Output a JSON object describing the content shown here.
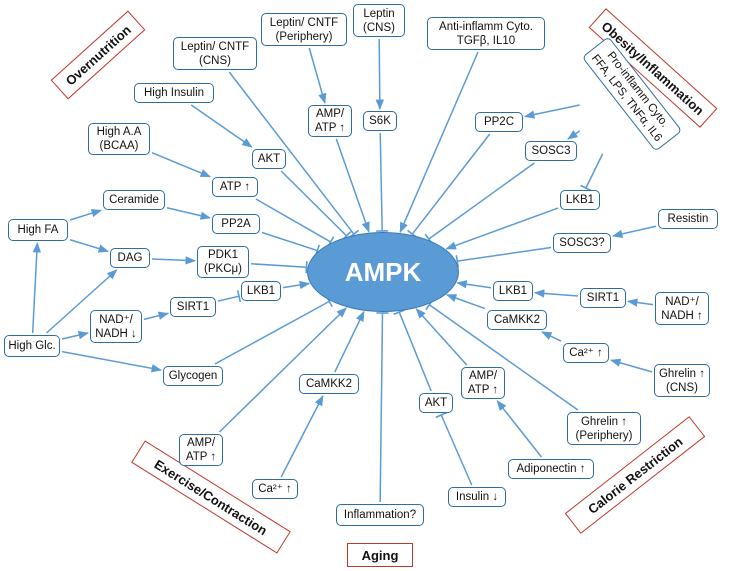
{
  "hub": "AMPK",
  "categories": {
    "overnutrition": "Overnutrition",
    "obesity": "Obesity/Inflammation",
    "exercise": "Exercise/Contraction",
    "aging": "Aging",
    "calorie": "Calorie Restriction"
  },
  "nodes": {
    "leptin_cntf_cns": [
      "Leptin/ CNTF",
      "(CNS)"
    ],
    "leptin_cntf_periphery": [
      "Leptin/ CNTF",
      "(Periphery)"
    ],
    "leptin_cns": [
      "Leptin",
      "(CNS)"
    ],
    "anti_inflamm": [
      "Anti-inflamm Cyto.",
      "TGFβ, IL10"
    ],
    "pro_inflamm": [
      "Pro-inflamm Cyto.",
      "FFA, LPS, TNFα, IL6"
    ],
    "high_insulin": [
      "High Insulin"
    ],
    "high_aa": [
      "High A.A",
      "(BCAA)"
    ],
    "amp_atp_top": [
      "AMP/",
      "ATP ↑"
    ],
    "s6k": [
      "S6K"
    ],
    "pp2c": [
      "PP2C"
    ],
    "sosc3_top": [
      "SOSC3"
    ],
    "akt_top": [
      "AKT"
    ],
    "atp_up": [
      "ATP ↑"
    ],
    "ceramide": [
      "Ceramide"
    ],
    "pp2a": [
      "PP2A"
    ],
    "high_fa": [
      "High FA"
    ],
    "dag": [
      "DAG"
    ],
    "pdk1": [
      "PDK1",
      "(PKCμ)"
    ],
    "lkb1_right_top": [
      "LKB1"
    ],
    "resistin": [
      "Resistin"
    ],
    "sosc3_q": [
      "SOSC3?"
    ],
    "nad_left": [
      "NAD⁺/",
      "NADH ↓"
    ],
    "sirt1_left": [
      "SIRT1"
    ],
    "lkb1_left": [
      "LKB1"
    ],
    "high_glc": [
      "High Glc."
    ],
    "glycogen": [
      "Glycogen"
    ],
    "lkb1_right": [
      "LKB1"
    ],
    "sirt1_right": [
      "SIRT1"
    ],
    "nad_right": [
      "NAD⁺/",
      "NADH ↑"
    ],
    "camkk2_right": [
      "CaMKK2"
    ],
    "ca_right": [
      "Ca²⁺ ↑"
    ],
    "ghrelin_cns": [
      "Ghrelin ↑",
      "(CNS)"
    ],
    "camkk2_bottom": [
      "CaMKK2"
    ],
    "amp_atp_bottom_right": [
      "AMP/",
      "ATP ↑"
    ],
    "akt_bottom": [
      "AKT"
    ],
    "ghrelin_periphery": [
      "Ghrelin ↑",
      "(Periphery)"
    ],
    "amp_atp_bottom_left": [
      "AMP/",
      "ATP ↑"
    ],
    "adiponectin": [
      "Adiponectin ↑"
    ],
    "ca_bottom": [
      "Ca²⁺ ↑"
    ],
    "insulin_down": [
      "Insulin ↓"
    ],
    "inflammation_q": [
      "Inflammation?"
    ]
  },
  "links": [
    {
      "from": "leptin_cntf_cns",
      "to": "hub",
      "type": "inhibit"
    },
    {
      "from": "leptin_cntf_periphery",
      "to": "amp_atp_top",
      "type": "activate"
    },
    {
      "from": "amp_atp_top",
      "to": "hub",
      "type": "activate"
    },
    {
      "from": "leptin_cns",
      "to": "s6k",
      "type": "activate"
    },
    {
      "from": "s6k",
      "to": "hub",
      "type": "inhibit"
    },
    {
      "from": "anti_inflamm",
      "to": "hub",
      "type": "activate"
    },
    {
      "from": "pro_inflamm",
      "to": "pp2c",
      "type": "activate"
    },
    {
      "from": "pro_inflamm",
      "to": "sosc3_top",
      "type": "activate"
    },
    {
      "from": "pro_inflamm",
      "to": "lkb1_right_top",
      "type": "inhibit"
    },
    {
      "from": "pp2c",
      "to": "hub",
      "type": "inhibit"
    },
    {
      "from": "sosc3_top",
      "to": "hub",
      "type": "inhibit"
    },
    {
      "from": "lkb1_right_top",
      "to": "hub",
      "type": "activate"
    },
    {
      "from": "high_insulin",
      "to": "akt_top",
      "type": "activate"
    },
    {
      "from": "akt_top",
      "to": "hub",
      "type": "inhibit"
    },
    {
      "from": "high_aa",
      "to": "atp_up",
      "type": "activate"
    },
    {
      "from": "atp_up",
      "to": "hub",
      "type": "inhibit"
    },
    {
      "from": "high_fa",
      "to": "ceramide",
      "type": "activate"
    },
    {
      "from": "high_fa",
      "to": "dag",
      "type": "activate"
    },
    {
      "from": "ceramide",
      "to": "pp2a",
      "type": "activate"
    },
    {
      "from": "pp2a",
      "to": "hub",
      "type": "inhibit"
    },
    {
      "from": "dag",
      "to": "pdk1",
      "type": "activate"
    },
    {
      "from": "pdk1",
      "to": "hub",
      "type": "inhibit"
    },
    {
      "from": "resistin",
      "to": "sosc3_q",
      "type": "activate"
    },
    {
      "from": "sosc3_q",
      "to": "hub",
      "type": "inhibit"
    },
    {
      "from": "high_glc",
      "to": "high_fa",
      "type": "activate"
    },
    {
      "from": "high_glc",
      "to": "dag",
      "type": "activate"
    },
    {
      "from": "high_glc",
      "to": "nad_left",
      "type": "activate"
    },
    {
      "from": "high_glc",
      "to": "glycogen",
      "type": "activate"
    },
    {
      "from": "nad_left",
      "to": "sirt1_left",
      "type": "activate"
    },
    {
      "from": "sirt1_left",
      "to": "lkb1_left",
      "type": "inhibit"
    },
    {
      "from": "lkb1_left",
      "to": "hub",
      "type": "activate"
    },
    {
      "from": "glycogen",
      "to": "hub",
      "type": "inhibit"
    },
    {
      "from": "nad_right",
      "to": "sirt1_right",
      "type": "activate"
    },
    {
      "from": "sirt1_right",
      "to": "lkb1_right",
      "type": "activate"
    },
    {
      "from": "lkb1_right",
      "to": "hub",
      "type": "activate"
    },
    {
      "from": "ghrelin_cns",
      "to": "ca_right",
      "type": "activate"
    },
    {
      "from": "ca_right",
      "to": "camkk2_right",
      "type": "activate"
    },
    {
      "from": "camkk2_right",
      "to": "hub",
      "type": "activate"
    },
    {
      "from": "ghrelin_periphery",
      "to": "hub",
      "type": "inhibit"
    },
    {
      "from": "adiponectin",
      "to": "amp_atp_bottom_right",
      "type": "activate"
    },
    {
      "from": "amp_atp_bottom_right",
      "to": "hub",
      "type": "activate"
    },
    {
      "from": "insulin_down",
      "to": "akt_bottom",
      "type": "inhibit"
    },
    {
      "from": "akt_bottom",
      "to": "hub",
      "type": "inhibit"
    },
    {
      "from": "inflammation_q",
      "to": "hub",
      "type": "inhibit"
    },
    {
      "from": "ca_bottom",
      "to": "camkk2_bottom",
      "type": "activate"
    },
    {
      "from": "camkk2_bottom",
      "to": "hub",
      "type": "activate"
    },
    {
      "from": "amp_atp_bottom_left",
      "to": "hub",
      "type": "activate"
    }
  ],
  "colors": {
    "hub": "#5b9bd5",
    "line": "#5b9bd5",
    "node_border": "#2e6da4",
    "category_border": "#c0392b"
  }
}
